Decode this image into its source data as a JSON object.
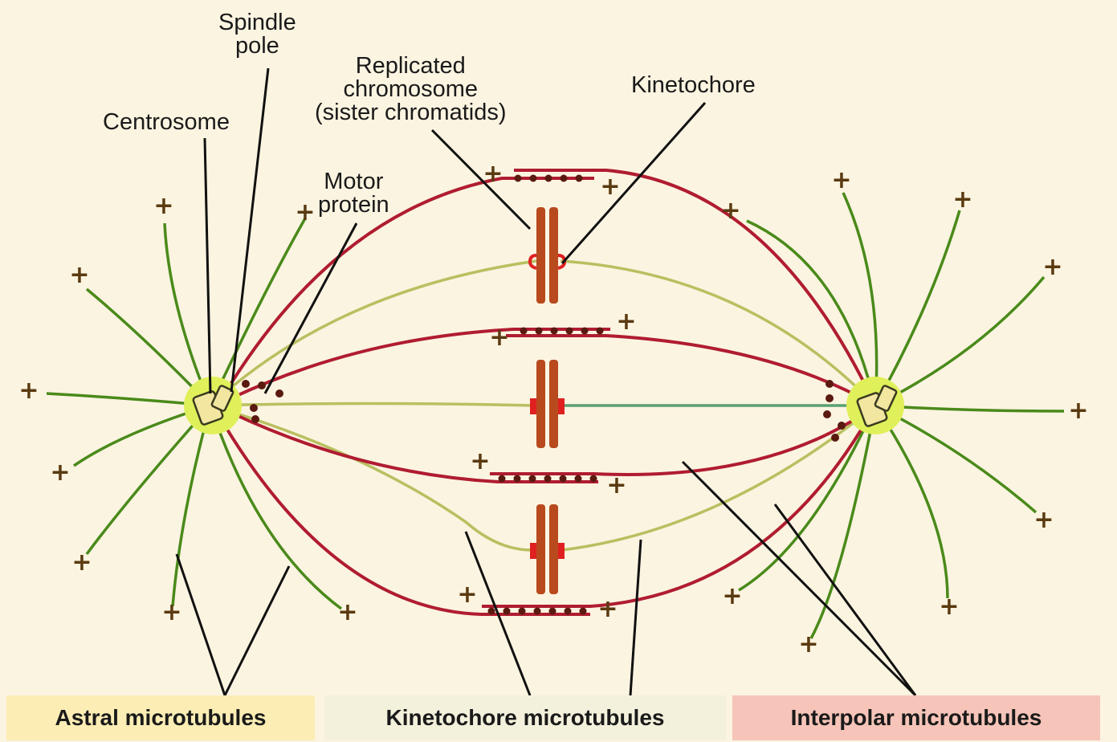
{
  "labels": {
    "spindle_pole": [
      "Spindle",
      "pole"
    ],
    "centrosome": "Centrosome",
    "replicated_chromosome": [
      "Replicated",
      "chromosome",
      "(sister chromatids)"
    ],
    "kinetochore": "Kinetochore",
    "motor_protein": [
      "Motor",
      "protein"
    ]
  },
  "legend": {
    "astral": "Astral microtubules",
    "kinetochore": "Kinetochore microtubules",
    "interpolar": "Interpolar microtubules"
  },
  "plus_sign": "+",
  "colors": {
    "background": "#fbf4e1",
    "astral": "#4a8a1a",
    "kinetochore_mt": "#b8c060",
    "interpolar": "#b01c30",
    "chromatid": "#b84a1e",
    "kinetochore": "#e02020",
    "centrosome_halo": "#dff05a",
    "legend_astral": "#fbedb4",
    "legend_kinetochore": "#f3f0dc",
    "legend_interpolar": "#f6c4b8"
  }
}
